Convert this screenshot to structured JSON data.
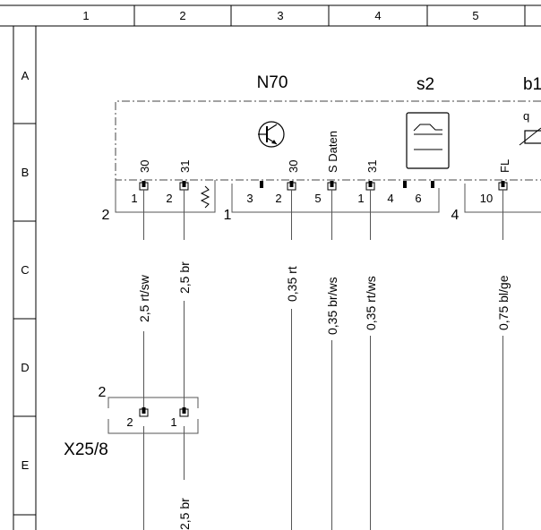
{
  "grid": {
    "columns": [
      "1",
      "2",
      "3",
      "4",
      "5"
    ],
    "rows": [
      "A",
      "B",
      "C",
      "D",
      "E"
    ]
  },
  "components": {
    "main": "N70",
    "switch": "s2",
    "sensor": "b1",
    "sensor_symbol": "q",
    "connector": "X25/8"
  },
  "vertical_labels": {
    "p30_a": "30",
    "p31_a": "31",
    "p30_b": "30",
    "sdaten": "S Daten",
    "p31_b": "31",
    "fl": "FL"
  },
  "pins": {
    "g2_p1": "1",
    "g2_p2": "2",
    "g1_p3": "3",
    "g1_p2": "2",
    "g1_p5": "5",
    "g1_p1": "1",
    "g1_p4": "4",
    "g1_p6": "6",
    "g4_p10": "10",
    "x_p2": "2",
    "x_p1": "1"
  },
  "connector_groups": {
    "left": "2",
    "middle": "1",
    "right": "4",
    "x25": "2"
  },
  "wires": {
    "w1": "2,5 rt/sw",
    "w2": "2,5 br",
    "w3": "0,35 rt",
    "w4": "0,35 br/ws",
    "w5": "0,35 rt/ws",
    "w6": "0,75 bl/ge",
    "w7": "2,5 br"
  }
}
